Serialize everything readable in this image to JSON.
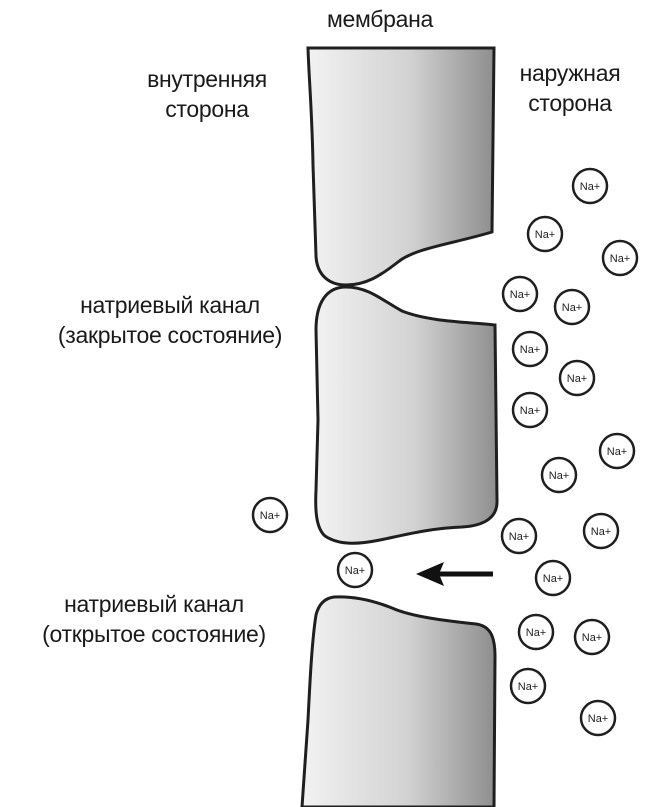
{
  "labels": {
    "membrane": "мембрана",
    "inner_side": [
      "внутренняя",
      "сторона"
    ],
    "outer_side": [
      "наружная",
      "сторона"
    ],
    "closed_channel": [
      "натриевый канал",
      "(закрытое состояние)"
    ],
    "open_channel": [
      "натриевый канал",
      "(открытое состояние)"
    ]
  },
  "ion_label": "Na+",
  "colors": {
    "membrane_light": "#e6e6e6",
    "membrane_dark": "#8c8c8c",
    "outline": "#1f1f1f",
    "arrow": "#111111"
  }
}
